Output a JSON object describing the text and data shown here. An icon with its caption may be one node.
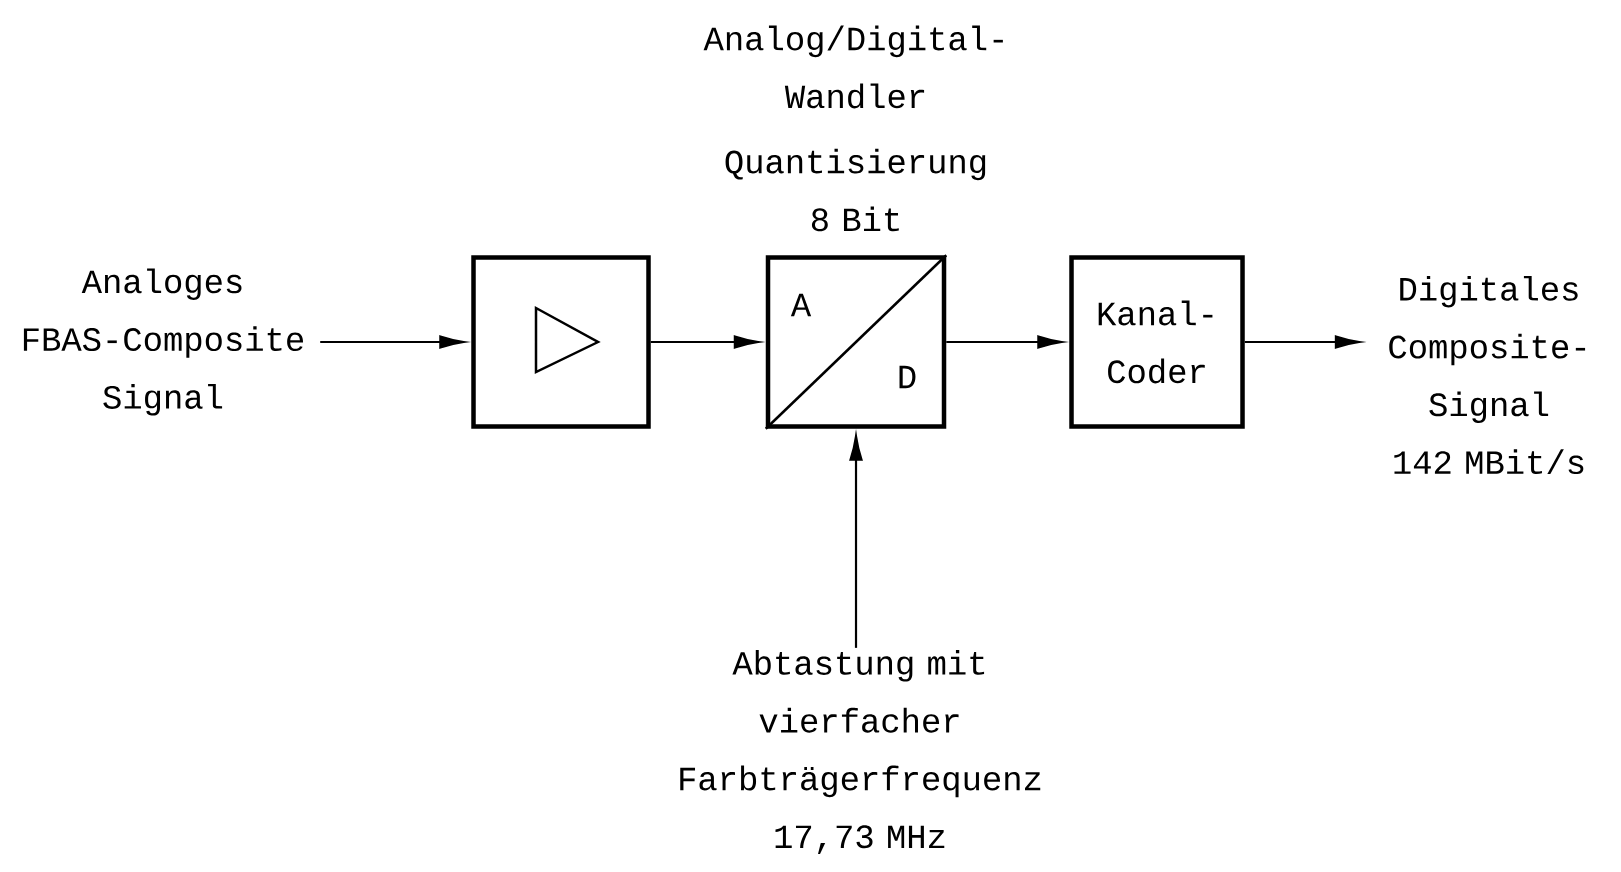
{
  "diagram": {
    "nodes": [
      {
        "text": [
          "Analoges FBAS-Composite Signal"
        ]
      },
      {
        "text": [],
        "shape": "box"
      },
      {
        "text": [
          "Analog/Digital- Wandler",
          "Quantisierung 8 Bit",
          "A",
          "D"
        ]
      },
      {
        "text": [
          "Kanal- Coder"
        ]
      },
      {
        "text": [
          "Digitales Composite- Signal",
          "142 MBit/s"
        ]
      },
      {
        "text": [
          "Abtastung mit vierfacher Farbträgerfrequenz",
          "17,73 MHz"
        ]
      }
    ],
    "edges": [
      {
        "from": 0,
        "to": 1,
        "arrow": "to"
      },
      {
        "from": 1,
        "to": 2,
        "arrow": "to"
      },
      {
        "from": 2,
        "to": 3,
        "arrow": "to"
      },
      {
        "from": 3,
        "to": 4,
        "arrow": "to"
      },
      {
        "from": 5,
        "to": 2,
        "arrow": "to"
      }
    ]
  }
}
